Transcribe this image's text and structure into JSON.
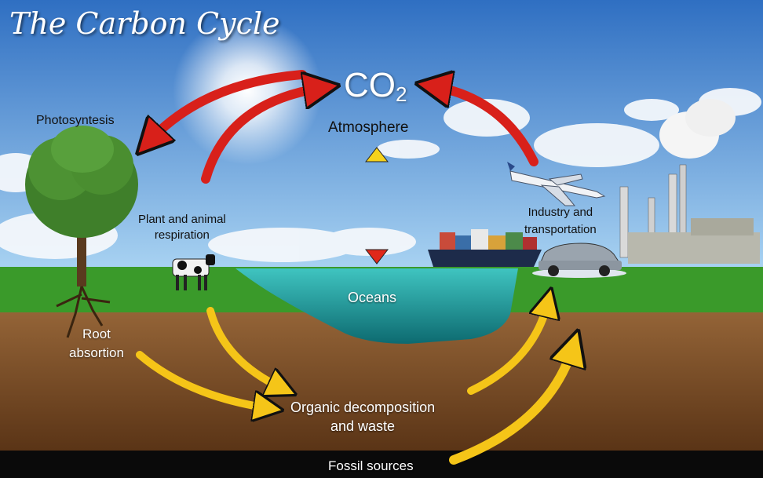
{
  "title": "The Carbon Cycle",
  "co2": {
    "base": "CO",
    "sub": "2"
  },
  "labels": {
    "atmosphere": "Atmosphere",
    "photosynthesis": "Photosyntesis",
    "respiration_line1": "Plant and animal",
    "respiration_line2": "respiration",
    "industry_line1": "Industry and",
    "industry_line2": "transportation",
    "oceans": "Oceans",
    "root_line1": "Root",
    "root_line2": "absortion",
    "decomposition_line1": "Organic decomposition",
    "decomposition_line2": "and waste",
    "fossil": "Fossil sources"
  },
  "colors": {
    "sky_top": "#2f6fc2",
    "sky_bottom": "#a9d3f2",
    "grass": "#3a9a2a",
    "soil_top": "#9a6a3c",
    "soil_bottom": "#5a3416",
    "ocean": "#1e9fa0",
    "arrow_red": "#d8201a",
    "arrow_yellow": "#f5c518"
  }
}
